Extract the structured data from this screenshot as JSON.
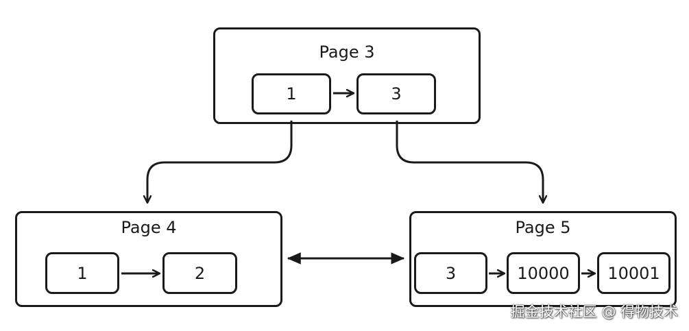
{
  "pages": {
    "root": {
      "title": "Page 3",
      "keys": [
        "1",
        "3"
      ]
    },
    "left": {
      "title": "Page 4",
      "keys": [
        "1",
        "2"
      ]
    },
    "right": {
      "title": "Page 5",
      "keys": [
        "3",
        "10000",
        "10001"
      ]
    }
  },
  "watermark": "掘金技术社区 @ 得物技术",
  "colors": {
    "stroke": "#1a1a1a",
    "background": "#ffffff"
  }
}
